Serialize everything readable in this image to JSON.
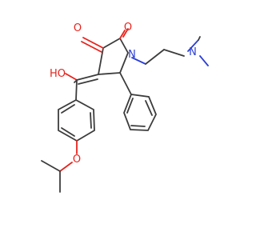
{
  "molecule": {
    "atoms": {
      "carbonyl_o_left": "O",
      "carbonyl_o_right": "O",
      "ring_n": "N",
      "amine_n": "N",
      "hydroxyl": "HO",
      "ether_o": "O"
    },
    "colors": {
      "bond": "#3c3c3c",
      "oxygen": "#e8231d",
      "nitrogen": "#2b3fd6",
      "background": "#ffffff"
    }
  }
}
